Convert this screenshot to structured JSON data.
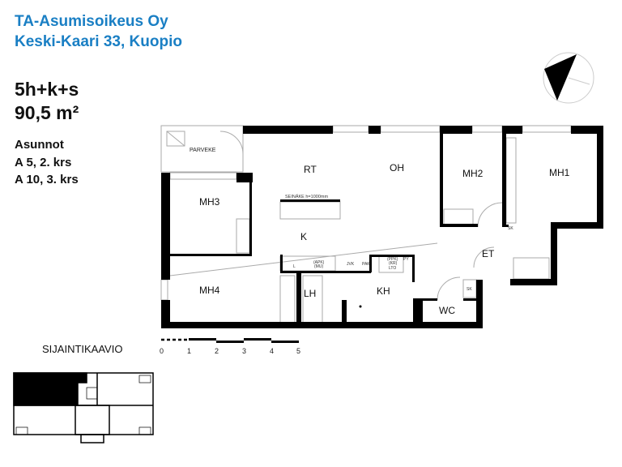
{
  "header": {
    "company": "TA-Asumisoikeus Oy",
    "address": "Keski-Kaari 33, Kuopio"
  },
  "apartment": {
    "type": "5h+k+s",
    "area": "90,5 m²",
    "units_label": "Asunnot",
    "units": [
      "A 5, 2. krs",
      "A 10, 3. krs"
    ]
  },
  "rooms": {
    "parveke": "PARVEKE",
    "rt": "RT",
    "oh": "OH",
    "mh3": "MH3",
    "mh2": "MH2",
    "mh1": "MH1",
    "k": "K",
    "et": "ET",
    "mh4": "MH4",
    "lh": "LH",
    "kh": "KH",
    "wc": "WC"
  },
  "fixtures": {
    "seinake": "SEINÄKE h=1000mm",
    "l": "L",
    "apk": "(APK)",
    "mu": "(MU)",
    "jvk": "JVK",
    "pak": "PAK",
    "ppk": "(PPK)",
    "kr": "(KR)",
    "lto": "LTO",
    "py": "PY",
    "sk1": "SK",
    "sk2": "SK"
  },
  "scale": {
    "ticks": [
      "0",
      "1",
      "2",
      "3",
      "4",
      "5"
    ]
  },
  "location_plan": {
    "title": "SIJAINTIKAAVIO"
  },
  "colors": {
    "header": "#1a7fc4",
    "wall": "#000000"
  }
}
